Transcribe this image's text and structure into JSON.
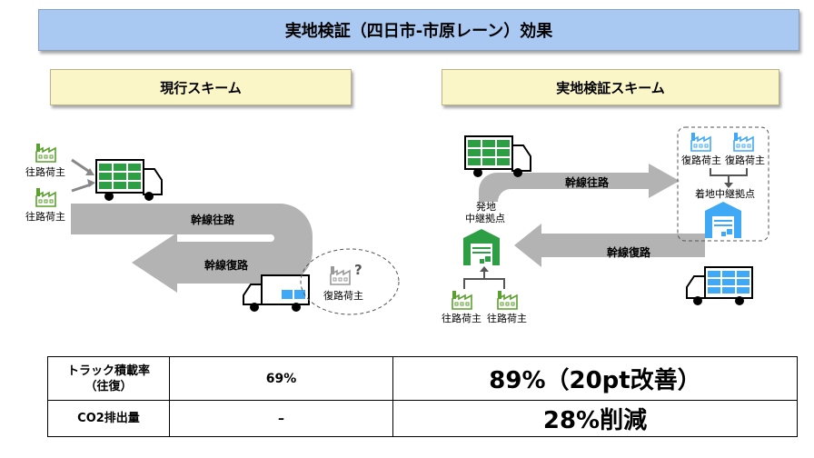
{
  "title": "実地検証（四日市-市原レーン）効果",
  "left_scheme": {
    "heading": "現行スキーム",
    "shipper_top": "往路荷主",
    "shipper_bottom": "往路荷主",
    "arrow_outbound": "幹線往路",
    "arrow_return": "幹線復路",
    "return_shipper": "復路荷主",
    "question_mark": "?"
  },
  "right_scheme": {
    "heading": "実地検証スキーム",
    "return_shipper_1": "復路荷主",
    "return_shipper_2": "復路荷主",
    "arrival_hub": "着地中継拠点",
    "departure_hub_line1": "発地",
    "departure_hub_line2": "中継拠点",
    "arrow_outbound": "幹線往路",
    "arrow_return": "幹線復路",
    "outbound_shipper_1": "往路荷主",
    "outbound_shipper_2": "往路荷主"
  },
  "results": {
    "rows": [
      {
        "label_line1": "トラック積載率",
        "label_line2": "（往復）",
        "current": "69%",
        "pilot": "89%（20pt改善）"
      },
      {
        "label_line1": "CO2排出量",
        "label_line2": "",
        "current": "–",
        "pilot": "28%削減"
      }
    ]
  },
  "colors": {
    "title_bg": "#a9c9f2",
    "scheme_bg": "#fbf6c8",
    "arrow": "#b3b3b3",
    "green": "#2e9e44",
    "blue": "#3fa9f5",
    "factory_green": "#5aa02c",
    "factory_blue": "#3fa9f5",
    "factory_gray": "#999999"
  }
}
